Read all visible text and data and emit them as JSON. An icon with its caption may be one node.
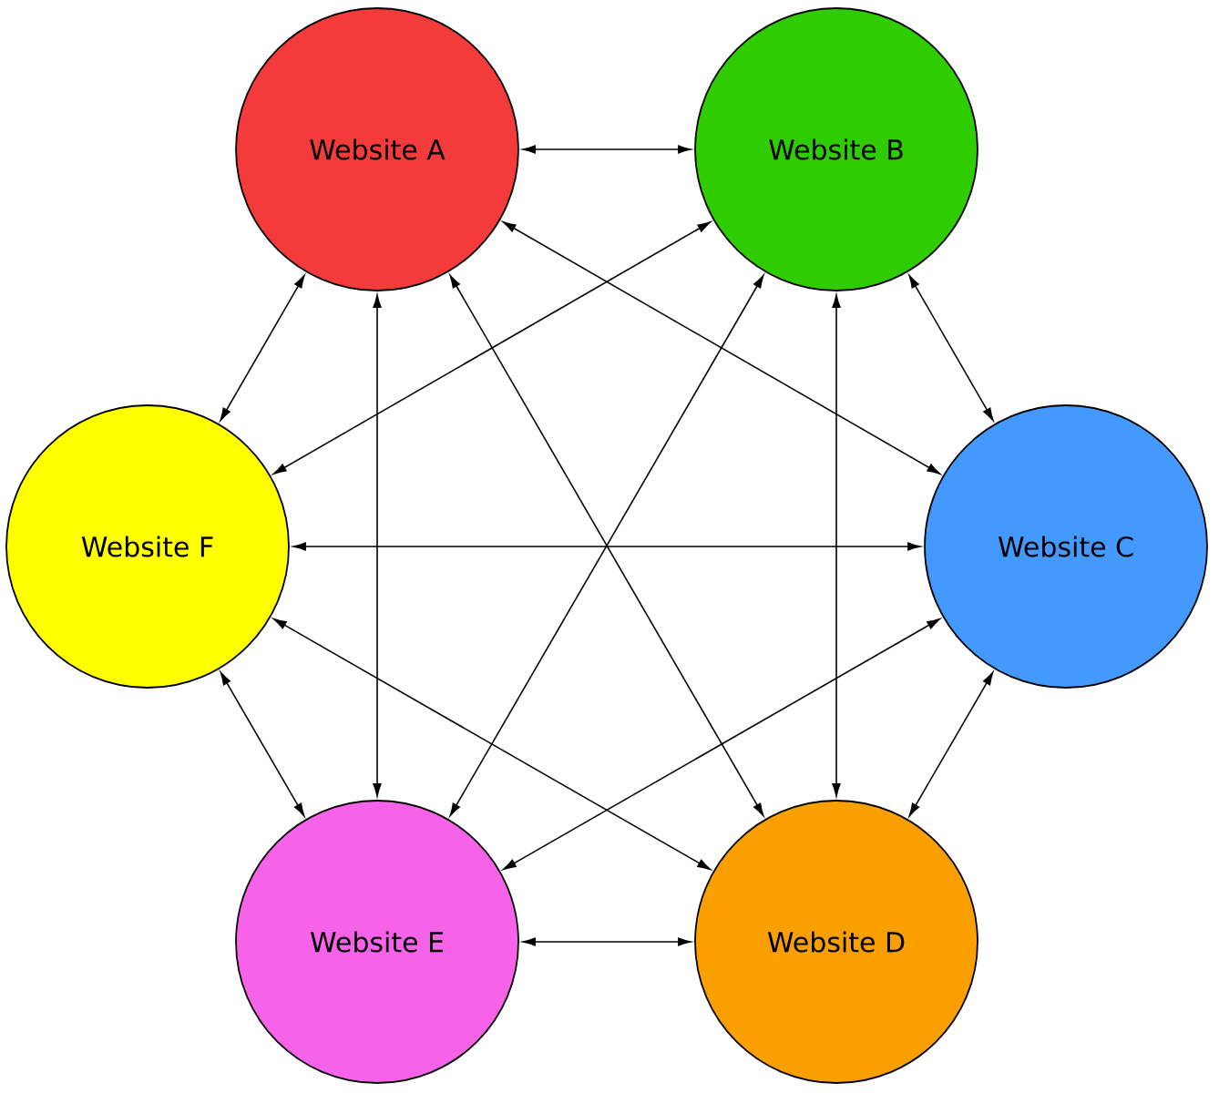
{
  "diagram": {
    "nodes": [
      {
        "text": [
          "Website A"
        ]
      },
      {
        "text": [
          "Website B"
        ]
      },
      {
        "text": [
          "Website C"
        ]
      },
      {
        "text": [
          "Website D"
        ]
      },
      {
        "text": [
          "Website E"
        ]
      },
      {
        "text": [
          "Website F"
        ]
      }
    ],
    "edges": [
      {
        "from": 0,
        "to": 1,
        "arrow": "both"
      },
      {
        "from": 0,
        "to": 2,
        "arrow": "both"
      },
      {
        "from": 0,
        "to": 3,
        "arrow": "both"
      },
      {
        "from": 0,
        "to": 4,
        "arrow": "both"
      },
      {
        "from": 0,
        "to": 5,
        "arrow": "both"
      },
      {
        "from": 1,
        "to": 2,
        "arrow": "both"
      },
      {
        "from": 1,
        "to": 3,
        "arrow": "both"
      },
      {
        "from": 1,
        "to": 4,
        "arrow": "both"
      },
      {
        "from": 1,
        "to": 5,
        "arrow": "both"
      },
      {
        "from": 2,
        "to": 3,
        "arrow": "both"
      },
      {
        "from": 2,
        "to": 4,
        "arrow": "both"
      },
      {
        "from": 2,
        "to": 5,
        "arrow": "both"
      },
      {
        "from": 3,
        "to": 4,
        "arrow": "both"
      },
      {
        "from": 3,
        "to": 5,
        "arrow": "both"
      },
      {
        "from": 4,
        "to": 5,
        "arrow": "both"
      }
    ]
  }
}
